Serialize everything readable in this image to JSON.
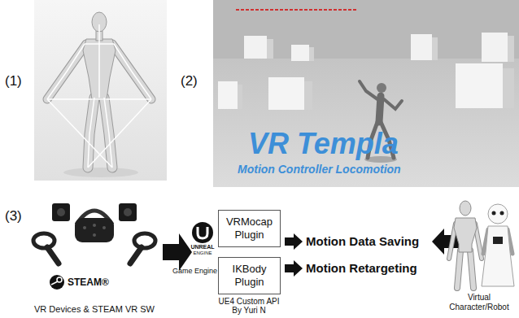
{
  "diagram": {
    "nodes": [
      {
        "text": [
          "VRMocap Plugin"
        ]
      },
      {
        "text": [
          "IKBody Plugin"
        ]
      }
    ],
    "labels": [
      "(1)",
      "(2)",
      "VR Templa",
      "Motion Controller Locomotion",
      "(3)",
      "STEAM®",
      "VR Devices & STEAM VR SW",
      "UNREAL",
      "ENGINE",
      "Game Engine",
      "UE4 Custom API By Yuri N",
      "Motion Data Saving",
      "Motion Retargeting",
      "Virtual Character/Robot"
    ]
  }
}
